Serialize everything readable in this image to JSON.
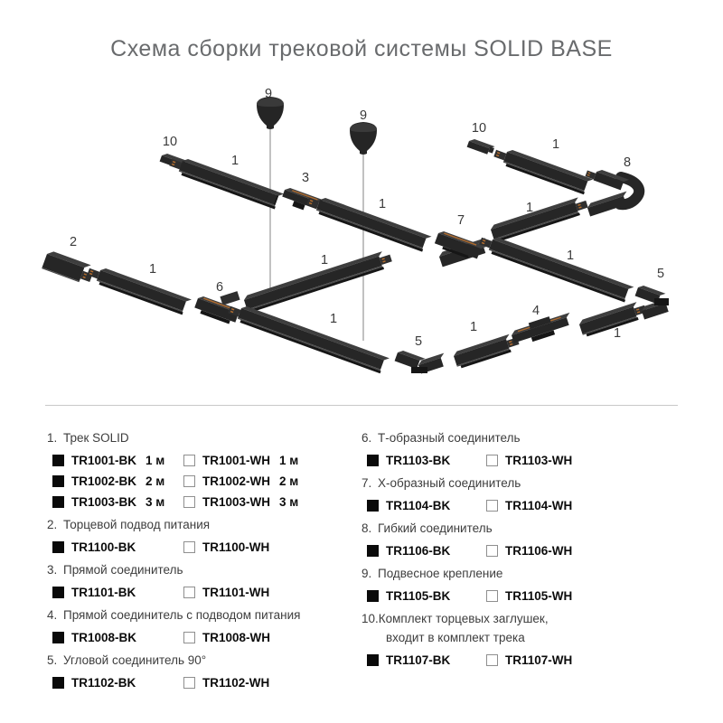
{
  "title": "Схема сборки трековой системы SOLID BASE",
  "colors": {
    "track_body": "#262626",
    "track_top": "#3e3e3e",
    "copper_contact": "#b06c2f",
    "swatch_black": "#0a0a0a",
    "swatch_white": "#ffffff",
    "label_text": "#3a3a3a",
    "title_text": "#696b6d"
  },
  "diagram": {
    "labels": [
      "9",
      "9",
      "10",
      "1",
      "3",
      "1",
      "10",
      "1",
      "8",
      "7",
      "1",
      "2",
      "1",
      "6",
      "1",
      "1",
      "5",
      "1",
      "5",
      "1",
      "4",
      "1"
    ]
  },
  "legend": {
    "left": [
      {
        "num": "1.",
        "title": "Трек SOLID",
        "rows": [
          {
            "bk": "TR1001-BK",
            "bk_qty": "1 м",
            "wh": "TR1001-WH",
            "wh_qty": "1 м"
          },
          {
            "bk": "TR1002-BK",
            "bk_qty": "2 м",
            "wh": "TR1002-WH",
            "wh_qty": "2 м"
          },
          {
            "bk": "TR1003-BK",
            "bk_qty": "3 м",
            "wh": "TR1003-WH",
            "wh_qty": "3 м"
          }
        ]
      },
      {
        "num": "2.",
        "title": "Торцевой подвод питания",
        "rows": [
          {
            "bk": "TR1100-BK",
            "wh": "TR1100-WH"
          }
        ]
      },
      {
        "num": "3.",
        "title": "Прямой соединитель",
        "rows": [
          {
            "bk": "TR1101-BK",
            "wh": "TR1101-WH"
          }
        ]
      },
      {
        "num": "4.",
        "title": "Прямой соединитель с подводом питания",
        "rows": [
          {
            "bk": "TR1008-BK",
            "wh": "TR1008-WH"
          }
        ]
      },
      {
        "num": "5.",
        "title": "Угловой соединитель 90°",
        "rows": [
          {
            "bk": "TR1102-BK",
            "wh": "TR1102-WH"
          }
        ]
      }
    ],
    "right": [
      {
        "num": "6.",
        "title": "Т-образный соединитель",
        "rows": [
          {
            "bk": "TR1103-BK",
            "wh": "TR1103-WH"
          }
        ]
      },
      {
        "num": "7.",
        "title": "Х-образный соединитель",
        "rows": [
          {
            "bk": "TR1104-BK",
            "wh": "TR1104-WH"
          }
        ]
      },
      {
        "num": "8.",
        "title": "Гибкий соединитель",
        "rows": [
          {
            "bk": "TR1106-BK",
            "wh": "TR1106-WH"
          }
        ]
      },
      {
        "num": "9.",
        "title": "Подвесное крепление",
        "rows": [
          {
            "bk": "TR1105-BK",
            "wh": "TR1105-WH"
          }
        ]
      },
      {
        "num": "10.",
        "title": "Комплект торцевых заглушек,",
        "title2": "входит в комплект трека",
        "rows": [
          {
            "bk": "TR1107-BK",
            "wh": "TR1107-WH"
          }
        ]
      }
    ]
  }
}
